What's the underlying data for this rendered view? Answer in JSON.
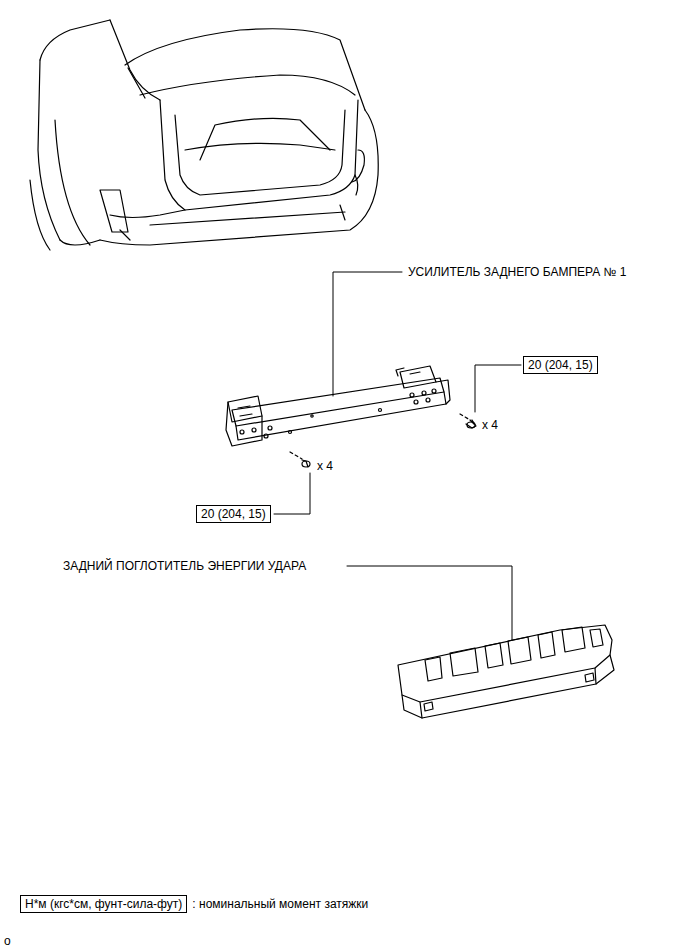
{
  "diagram": {
    "nodes": [
      {
        "text": [
          "20 (204, 15)"
        ]
      },
      {
        "text": [
          "20 (204, 15)"
        ]
      },
      {
        "text": [
          "Н*м (кгс*см, фунт-сила-фут)",
          ": номинальный момент затяжки"
        ]
      }
    ],
    "labels": [
      "УСИЛИТЕЛЬ ЗАДНЕГО БАМПЕРА № 1",
      "x 4",
      "x 4",
      "ЗАДНИЙ ПОГЛОТИТЕЛЬ ЭНЕРГИИ УДАРА",
      "o"
    ]
  }
}
